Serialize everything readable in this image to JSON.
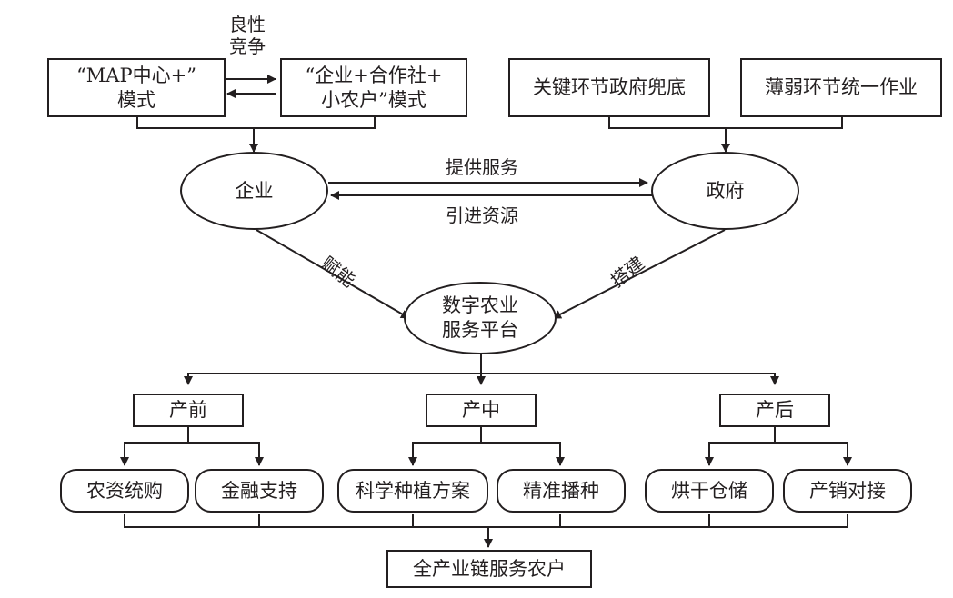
{
  "top_left": {
    "map_model": {
      "line1": "“MAP中心+”",
      "line2": "模式"
    },
    "coop_model": {
      "line1": "“企业+合作社+",
      "line2": "小农户”模式"
    },
    "competition": {
      "line1": "良性",
      "line2": "竞争"
    }
  },
  "top_right": {
    "gov_backstop": "关键环节政府兜底",
    "unified_operation": "薄弱环节统一作业"
  },
  "actors": {
    "enterprise": "企业",
    "government": "政府",
    "provide_service": "提供服务",
    "introduce_resources": "引进资源",
    "empower": "赋能",
    "build": "搭建"
  },
  "platform": {
    "line1": "数字农业",
    "line2": "服务平台"
  },
  "stages": {
    "pre": "产前",
    "mid": "产中",
    "post": "产后"
  },
  "services": {
    "input_purchase": "农资统购",
    "finance_support": "金融支持",
    "planting_plan": "科学种植方案",
    "precision_sowing": "精准播种",
    "drying_storage": "烘干仓储",
    "market_link": "产销对接"
  },
  "outcome": "全产业链服务农户"
}
